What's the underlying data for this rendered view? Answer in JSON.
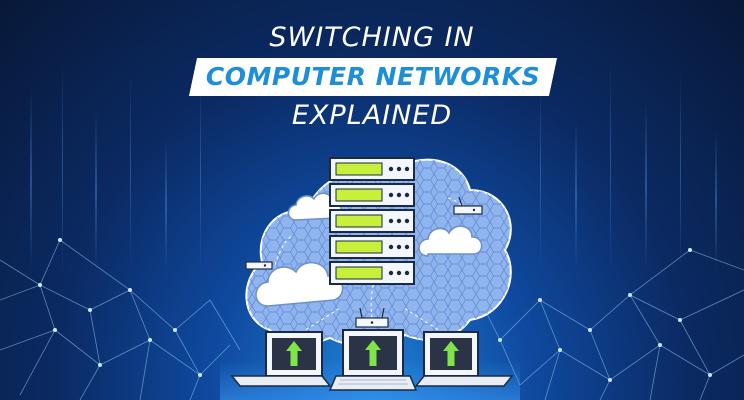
{
  "banner": {
    "title_line1": "SWITCHING IN",
    "title_line2": "COMPUTER NETWORKS",
    "title_line3": "EXPLAINED"
  },
  "colors": {
    "accent_blue": "#1e8fd6",
    "server_slot_green": "#c6f03a",
    "arrow_green": "#7fe34a",
    "cloud_blue": "#8fb4ee"
  },
  "illustration": {
    "server_units": 5,
    "laptops": 3
  }
}
